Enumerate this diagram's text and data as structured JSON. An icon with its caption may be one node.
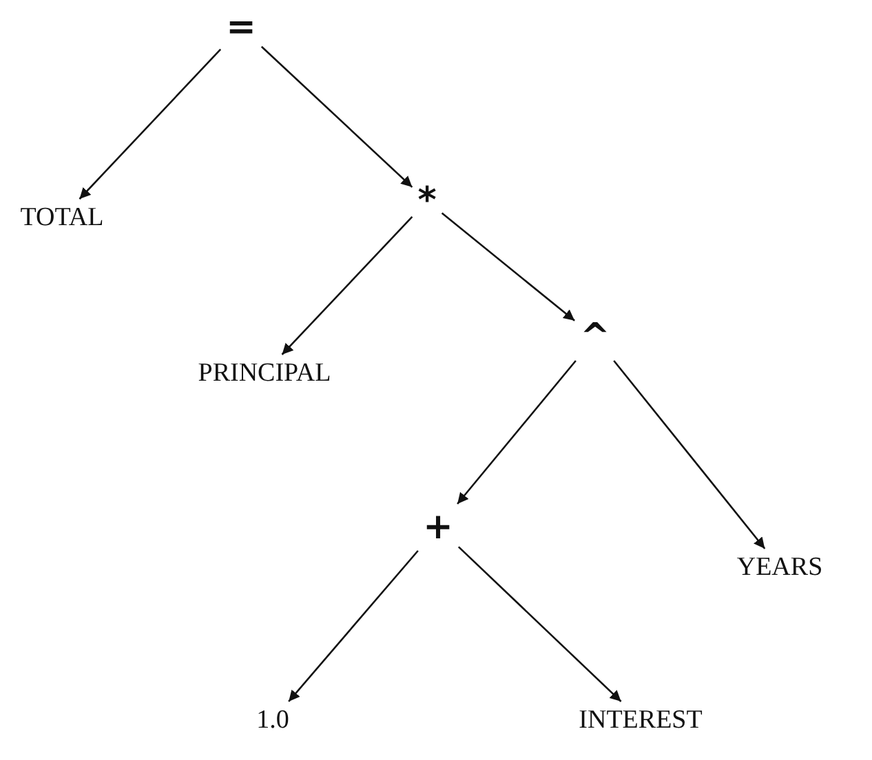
{
  "diagram": {
    "nodes": [
      {
        "text": [
          "="
        ]
      },
      {
        "text": [
          "TOTAL"
        ]
      },
      {
        "text": [
          "*"
        ]
      },
      {
        "text": [
          "PRINCIPAL"
        ]
      },
      {
        "text": [
          "^"
        ]
      },
      {
        "text": [
          "+"
        ]
      },
      {
        "text": [
          "YEARS"
        ]
      },
      {
        "text": [
          "1.0"
        ]
      },
      {
        "text": [
          "INTEREST"
        ]
      }
    ],
    "edges": [
      {
        "from": 0,
        "to": 1,
        "arrow": "to"
      },
      {
        "from": 0,
        "to": 2,
        "arrow": "to"
      },
      {
        "from": 2,
        "to": 3,
        "arrow": "to"
      },
      {
        "from": 2,
        "to": 4,
        "arrow": "to"
      },
      {
        "from": 4,
        "to": 5,
        "arrow": "to"
      },
      {
        "from": 4,
        "to": 6,
        "arrow": "to"
      },
      {
        "from": 5,
        "to": 7,
        "arrow": "to"
      },
      {
        "from": 5,
        "to": 8,
        "arrow": "to"
      }
    ]
  }
}
